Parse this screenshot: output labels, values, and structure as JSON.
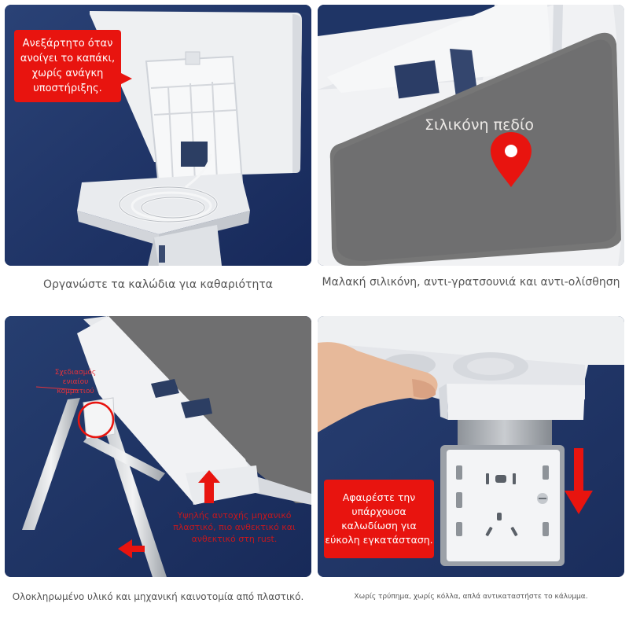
{
  "panel1": {
    "callout": "Ανεξάρτητο όταν ανοίγει το καπάκι, χωρίς ανάγκη υποστήριξης.",
    "caption": "Οργανώστε τα καλώδια για καθαριότητα"
  },
  "panel2": {
    "label": "Σιλικόνη πεδίο",
    "caption": "Μαλακή σιλικόνη, αντι-γρατσουνιά και αντι-ολίσθηση",
    "icon": "location-pin-icon"
  },
  "panel3": {
    "small_label": "Σχεδιασμός ενιαίου κομματιού",
    "red_text": "Υψηλής αντοχής μηχανικό πλαστικό, πιο ανθεκτικό και ανθεκτικό στη rust.",
    "caption": "Ολοκληρωμένο υλικό και μηχανική καινοτομία από πλαστικό."
  },
  "panel4": {
    "callout": "Αφαιρέστε την υπάρχουσα καλωδίωση για εύκολη εγκατάσταση.",
    "caption": "Χωρίς τρύπημα, χωρίς κόλλα, απλά αντικαταστήστε το κάλυμμα."
  },
  "colors": {
    "background_panel": "#1f3566",
    "accent_red": "#e8140f",
    "silicone_grey": "#767676"
  }
}
